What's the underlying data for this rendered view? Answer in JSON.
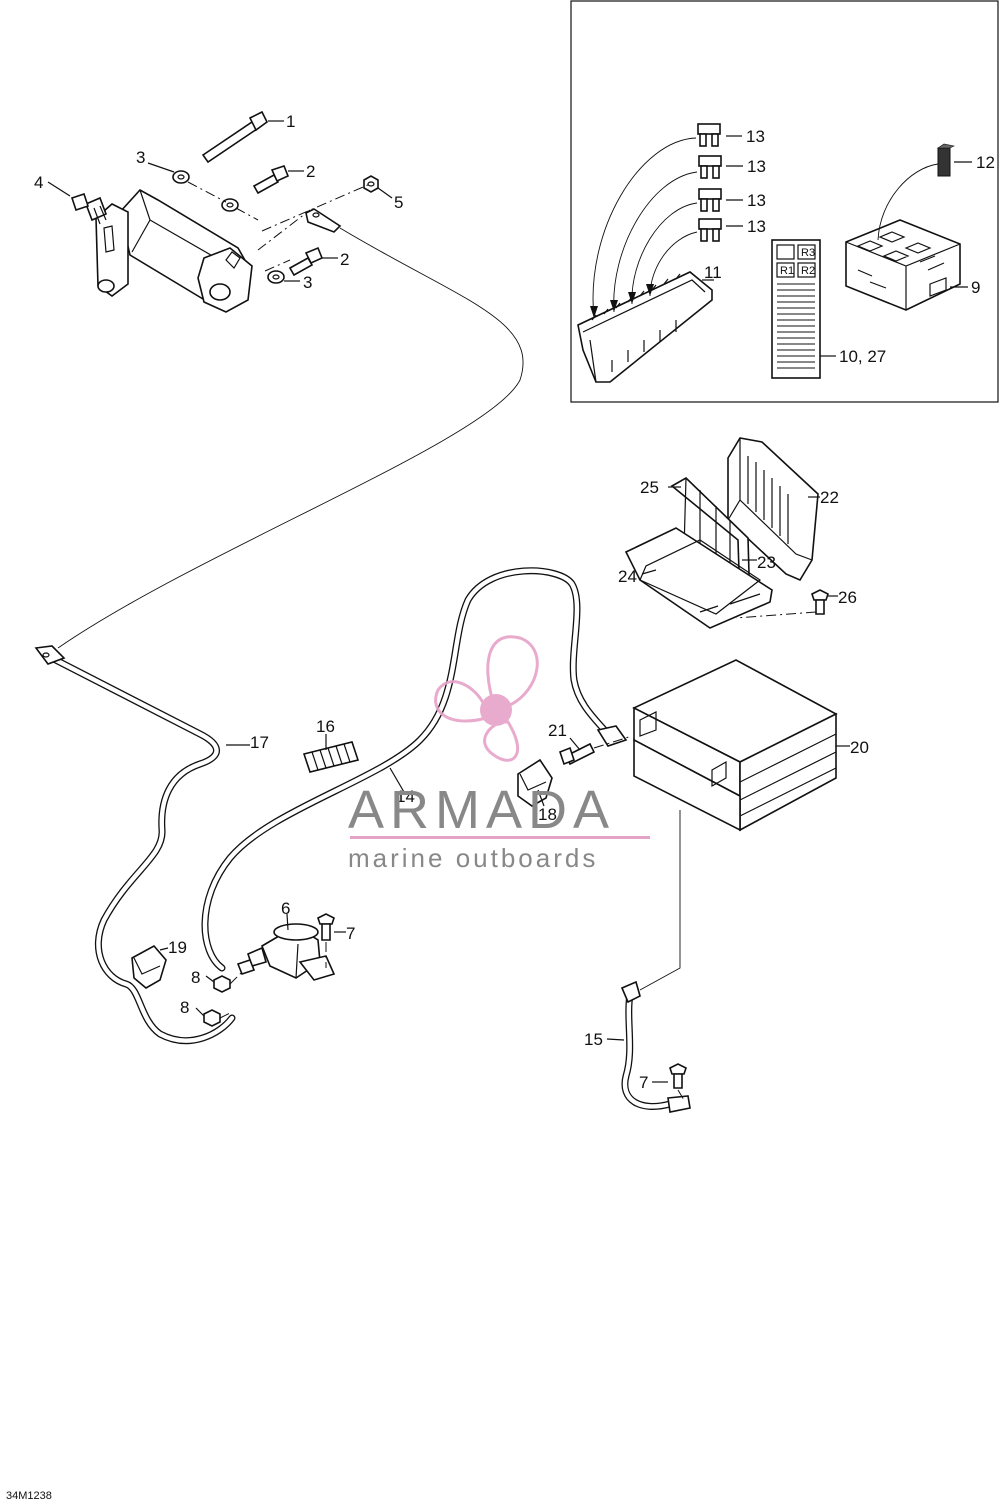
{
  "watermark": {
    "brand": "ARMADA",
    "tagline": "marine outboards",
    "accent_color": "#e6a3c8",
    "text_color": "#888888"
  },
  "diagram_code": "34M1238",
  "callouts": {
    "c1": "1",
    "c2a": "2",
    "c2b": "2",
    "c3a": "3",
    "c3b": "3",
    "c4": "4",
    "c5": "5",
    "c6": "6",
    "c7a": "7",
    "c7b": "7",
    "c8a": "8",
    "c8b": "8",
    "c9": "9",
    "c10_27": "10, 27",
    "c11": "11",
    "c12": "12",
    "c13a": "13",
    "c13b": "13",
    "c13c": "13",
    "c13d": "13",
    "c14": "14",
    "c15": "15",
    "c16": "16",
    "c17": "17",
    "c18": "18",
    "c19": "19",
    "c20": "20",
    "c21": "21",
    "c22": "22",
    "c23": "23",
    "c24": "24",
    "c25": "25",
    "c26": "26"
  },
  "relay_label": {
    "r3": "R3",
    "r1": "R1",
    "r2": "R2"
  }
}
